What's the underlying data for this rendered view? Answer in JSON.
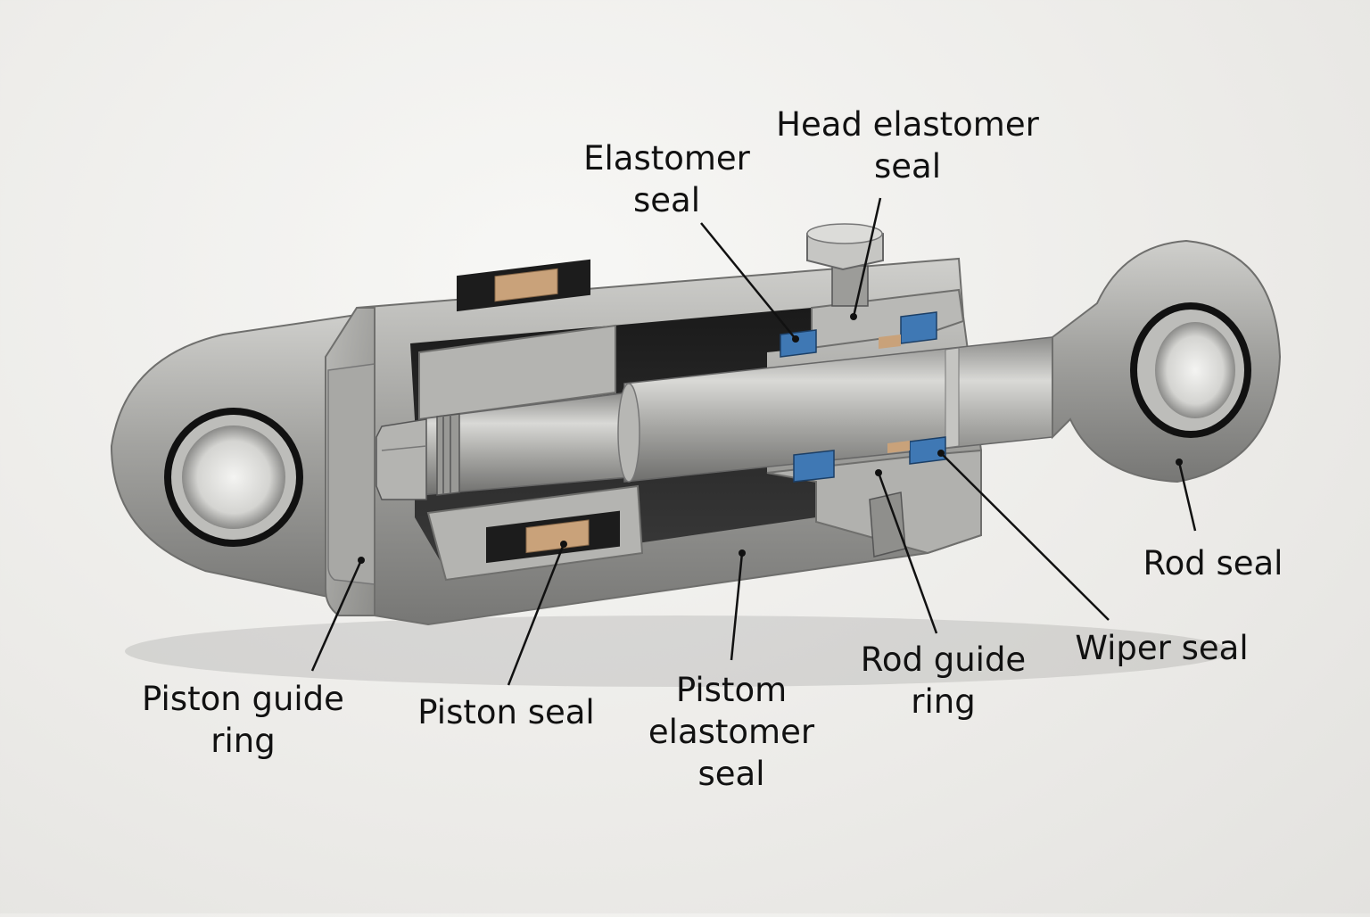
{
  "labels": {
    "head_elastomer_seal": [
      "Head elastomer",
      "seal"
    ],
    "elastomer_seal": [
      "Elastomer",
      "seal"
    ],
    "rod_seal": [
      "Rod seal"
    ],
    "wiper_seal": [
      "Wiper seal"
    ],
    "rod_guide_ring": [
      "Rod guide",
      "ring"
    ],
    "pistom_elastomer_seal": [
      "Pistom",
      "elastomer",
      "seal"
    ],
    "piston_seal": [
      "Piston seal"
    ],
    "piston_guide_ring": [
      "Piston guide",
      "ring"
    ]
  },
  "colors": {
    "steel": "#9a9a98",
    "steel_dark": "#6e6e6c",
    "steel_light": "#c9c9c6",
    "seal_blue": "#3f78b4",
    "bronze": "#c9a27a",
    "black_seal": "#1c1c1c",
    "leader": "#111111"
  }
}
